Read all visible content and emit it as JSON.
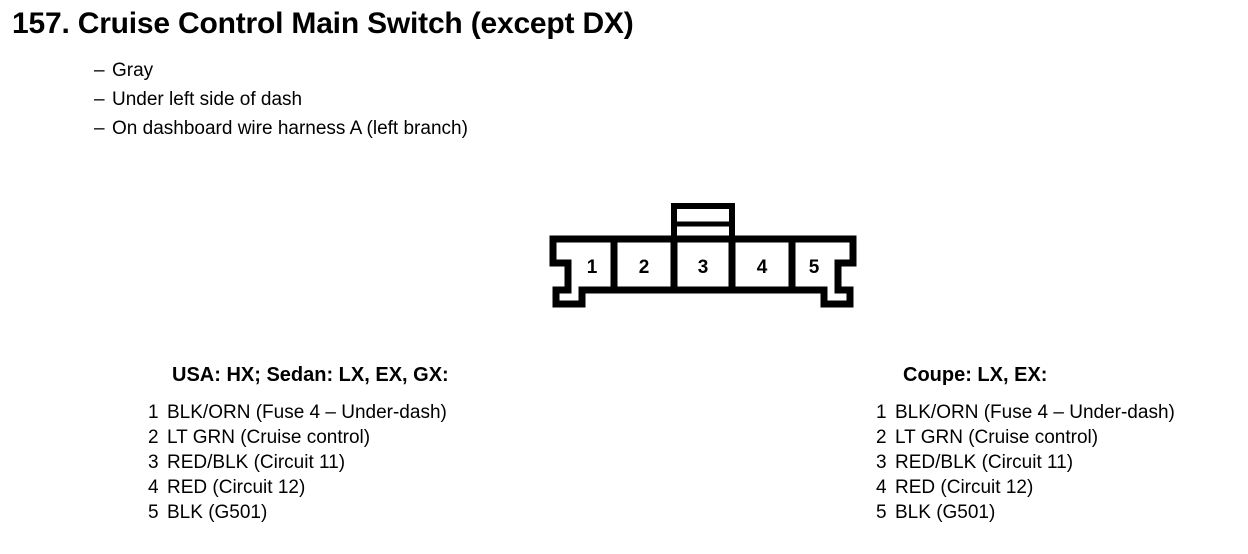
{
  "document": {
    "item_number": "157.",
    "title": "157. Cruise Control Main Switch (except DX)",
    "notes": [
      {
        "dash": "–",
        "text": "Gray"
      },
      {
        "dash": "–",
        "text": "Under left side of dash"
      },
      {
        "dash": "–",
        "text": "On dashboard wire harness A (left branch)"
      }
    ]
  },
  "connector": {
    "cavity_count": 5,
    "cavities": [
      {
        "number": "1"
      },
      {
        "number": "2"
      },
      {
        "number": "3"
      },
      {
        "number": "4"
      },
      {
        "number": "5"
      }
    ],
    "line_color": "#000000",
    "fill_color": "#ffffff"
  },
  "pin_tables": [
    {
      "heading": "USA: HX; Sedan: LX, EX, GX:",
      "rows": [
        {
          "no": "1",
          "desc": "BLK/ORN (Fuse 4 – Under-dash)"
        },
        {
          "no": "2",
          "desc": "LT GRN (Cruise control)"
        },
        {
          "no": "3",
          "desc": "RED/BLK (Circuit 11)"
        },
        {
          "no": "4",
          "desc": "RED (Circuit 12)"
        },
        {
          "no": "5",
          "desc": "BLK (G501)"
        }
      ]
    },
    {
      "heading": "Coupe: LX, EX:",
      "rows": [
        {
          "no": "1",
          "desc": "BLK/ORN (Fuse 4 – Under-dash)"
        },
        {
          "no": "2",
          "desc": "LT GRN (Cruise control)"
        },
        {
          "no": "3",
          "desc": "RED/BLK (Circuit 11)"
        },
        {
          "no": "4",
          "desc": "RED (Circuit 12)"
        },
        {
          "no": "5",
          "desc": "BLK (G501)"
        }
      ]
    }
  ]
}
